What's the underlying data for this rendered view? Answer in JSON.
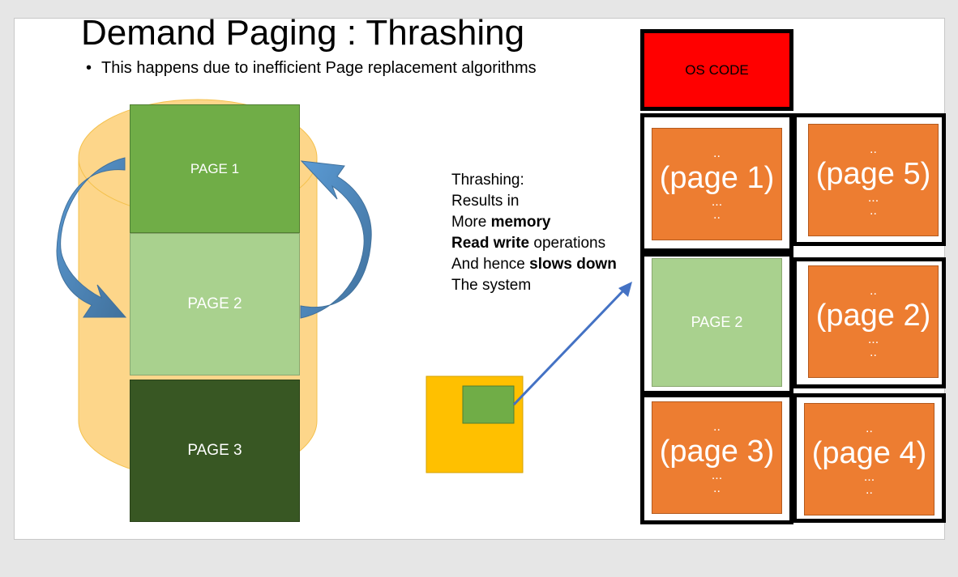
{
  "slide": {
    "title": "Demand Paging : Thrashing",
    "bullet": "This happens due to inefficient Page replacement algorithms"
  },
  "disk": {
    "pages": [
      "PAGE 1",
      "PAGE 2",
      "PAGE 3"
    ]
  },
  "notes": {
    "line1": "Thrashing:",
    "line2": "Results in",
    "line3_a": "More ",
    "line3_b": "memory",
    "line4_a": "Read write",
    "line4_b": " operations",
    "line5_a": "And hence ",
    "line5_b": "slows down",
    "line6": "The system"
  },
  "memory": {
    "os_code": "OS CODE",
    "slot_page1": "(page 1)",
    "slot_page5": "(page 5)",
    "slot_page2_loaded": "PAGE 2",
    "slot_page2": "(page 2)",
    "slot_page3": "(page 3)",
    "slot_page4": "(page 4)",
    "dots_short": "..",
    "dots_long": "..."
  },
  "colors": {
    "disk_fill": "#fdd68a",
    "page1": "#70ad47",
    "page2": "#a9d18e",
    "page3": "#385723",
    "arrow": "#4f81bd",
    "os_code": "#ff0000",
    "mem_page": "#ed7d31",
    "cpu_box": "#ffc000"
  }
}
